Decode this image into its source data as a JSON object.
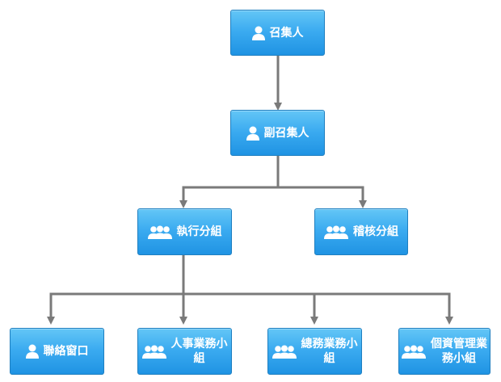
{
  "diagram": {
    "nodes": [
      {
        "id": "convener",
        "label": "召集人",
        "icon": "person-icon"
      },
      {
        "id": "deputy-convener",
        "label": "副召集人",
        "icon": "person-icon"
      },
      {
        "id": "execution-group",
        "label": "執行分組",
        "icon": "group-icon"
      },
      {
        "id": "audit-group",
        "label": "稽核分組",
        "icon": "group-icon"
      },
      {
        "id": "liaison-window",
        "label": "聯絡窗口",
        "icon": "person-icon"
      },
      {
        "id": "hr-team",
        "label": "人事業務小組",
        "icon": "group-icon"
      },
      {
        "id": "general-affairs-team",
        "label": "總務業務小組",
        "icon": "group-icon"
      },
      {
        "id": "privacy-management-team",
        "label": "個資管理業務小組",
        "icon": "group-icon"
      }
    ],
    "edges": [
      {
        "from": "convener",
        "to": "deputy-convener"
      },
      {
        "from": "deputy-convener",
        "to": "execution-group"
      },
      {
        "from": "deputy-convener",
        "to": "audit-group"
      },
      {
        "from": "execution-group",
        "to": "liaison-window"
      },
      {
        "from": "execution-group",
        "to": "hr-team"
      },
      {
        "from": "execution-group",
        "to": "general-affairs-team"
      },
      {
        "from": "execution-group",
        "to": "privacy-management-team"
      }
    ],
    "colors": {
      "node_fill": "#3aaaf0",
      "node_border": "#1f7fc0",
      "connector": "#7a7a7a",
      "text": "#ffffff"
    }
  }
}
